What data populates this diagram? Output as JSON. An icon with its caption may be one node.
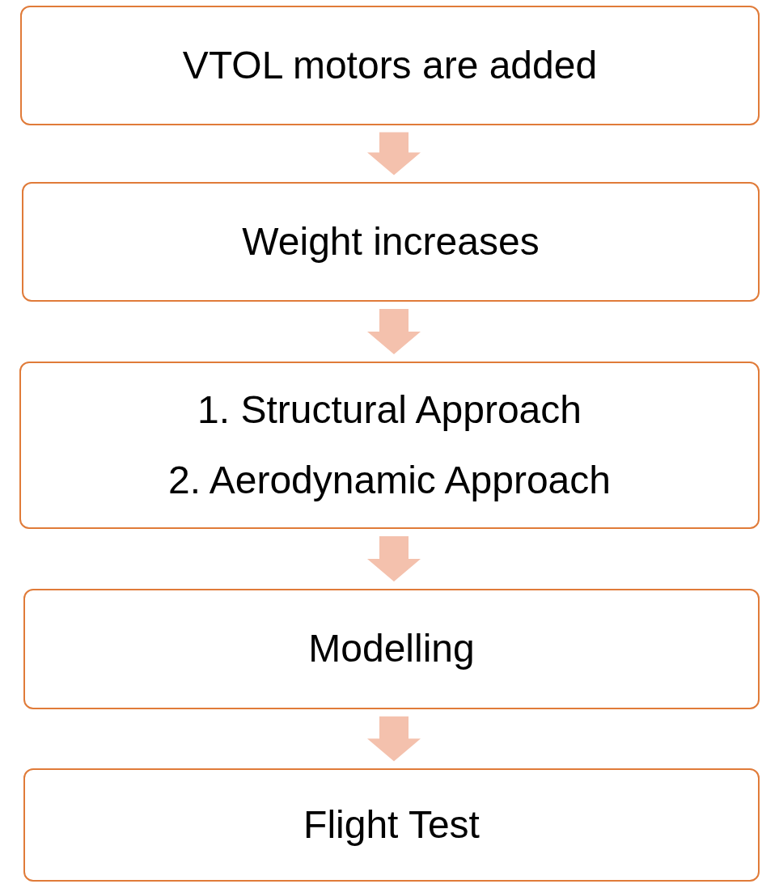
{
  "diagram": {
    "nodes": [
      {
        "text": [
          "VTOL motors are added"
        ]
      },
      {
        "text": [
          "Weight increases"
        ]
      },
      {
        "text": [
          "1. Structural Approach",
          "2. Aerodynamic Approach"
        ]
      },
      {
        "text": [
          "Modelling"
        ]
      },
      {
        "text": [
          "Flight Test"
        ]
      }
    ],
    "edges": [
      {
        "from": 0,
        "to": 1,
        "arrow": "to"
      },
      {
        "from": 1,
        "to": 2,
        "arrow": "to"
      },
      {
        "from": 2,
        "to": 3,
        "arrow": "to"
      },
      {
        "from": 3,
        "to": 4,
        "arrow": "to"
      }
    ]
  }
}
